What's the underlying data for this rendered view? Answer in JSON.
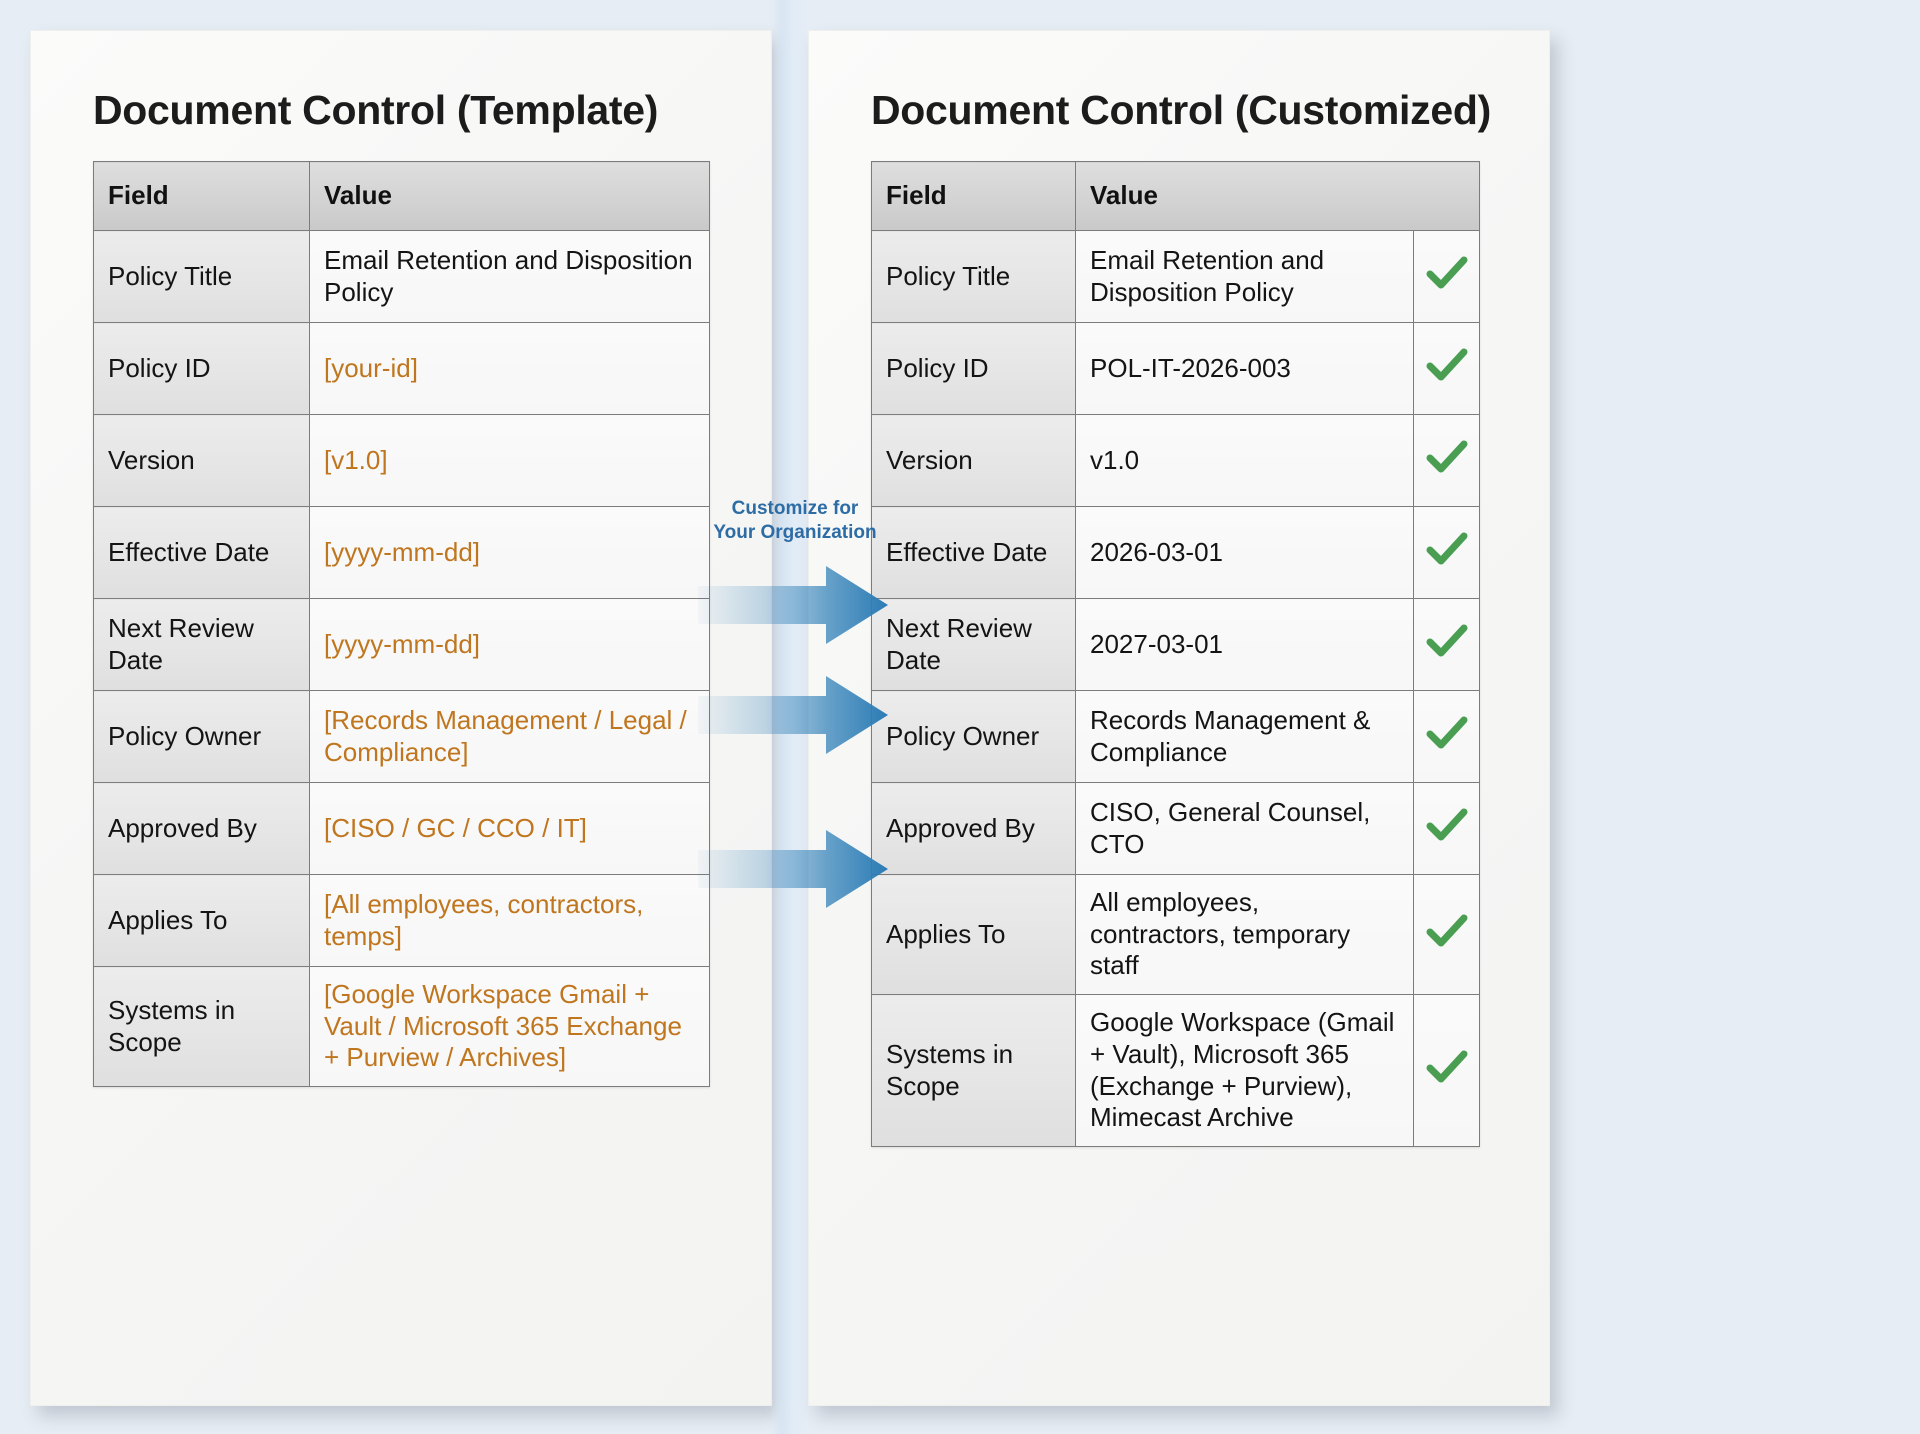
{
  "background_color": "#e7edf4",
  "accent_colors": {
    "placeholder_orange": "#bf761e",
    "arrow_blue": "#2e7fb8",
    "label_blue": "#2d6ca4",
    "check_green": "#4a9e52"
  },
  "center": {
    "label_line1": "Customize for",
    "label_line2": "Your Organization",
    "arrow_count": 3,
    "arrow_icon_name": "right-arrow-icon"
  },
  "left_panel": {
    "title": "Document Control (Template)",
    "columns": [
      "Field",
      "Value"
    ],
    "rows": [
      {
        "field": "Policy Title",
        "value": "Email Retention and Disposition Policy",
        "placeholder": false
      },
      {
        "field": "Policy ID",
        "value": "[your-id]",
        "placeholder": true
      },
      {
        "field": "Version",
        "value": "[v1.0]",
        "placeholder": true
      },
      {
        "field": "Effective Date",
        "value": "[yyyy-mm-dd]",
        "placeholder": true
      },
      {
        "field": "Next Review Date",
        "value": "[yyyy-mm-dd]",
        "placeholder": true
      },
      {
        "field": "Policy Owner",
        "value": "[Records Management / Legal / Compliance]",
        "placeholder": true
      },
      {
        "field": "Approved By",
        "value": "[CISO / GC / CCO / IT]",
        "placeholder": true
      },
      {
        "field": "Applies To",
        "value": "[All employees, contractors, temps]",
        "placeholder": true
      },
      {
        "field": "Systems in Scope",
        "value": "[Google Workspace Gmail + Vault / Microsoft 365 Exchange + Purview / Archives]",
        "placeholder": true
      }
    ]
  },
  "right_panel": {
    "title": "Document Control (Customized)",
    "columns": [
      "Field",
      "Value",
      ""
    ],
    "rows": [
      {
        "field": "Policy Title",
        "value": "Email Retention and Disposition Policy",
        "check": true
      },
      {
        "field": "Policy ID",
        "value": "POL-IT-2026-003",
        "check": true
      },
      {
        "field": "Version",
        "value": "v1.0",
        "check": true
      },
      {
        "field": "Effective Date",
        "value": "2026-03-01",
        "check": true
      },
      {
        "field": "Next Review Date",
        "value": "2027-03-01",
        "check": true
      },
      {
        "field": "Policy Owner",
        "value": "Records Management & Compliance",
        "check": true
      },
      {
        "field": "Approved By",
        "value": "CISO, General Counsel, CTO",
        "check": true
      },
      {
        "field": "Applies To",
        "value": "All employees, contractors, temporary staff",
        "check": true
      },
      {
        "field": "Systems in Scope",
        "value": "Google Workspace (Gmail + Vault), Microsoft 365 (Exchange + Purview), Mimecast Archive",
        "check": true
      }
    ]
  }
}
